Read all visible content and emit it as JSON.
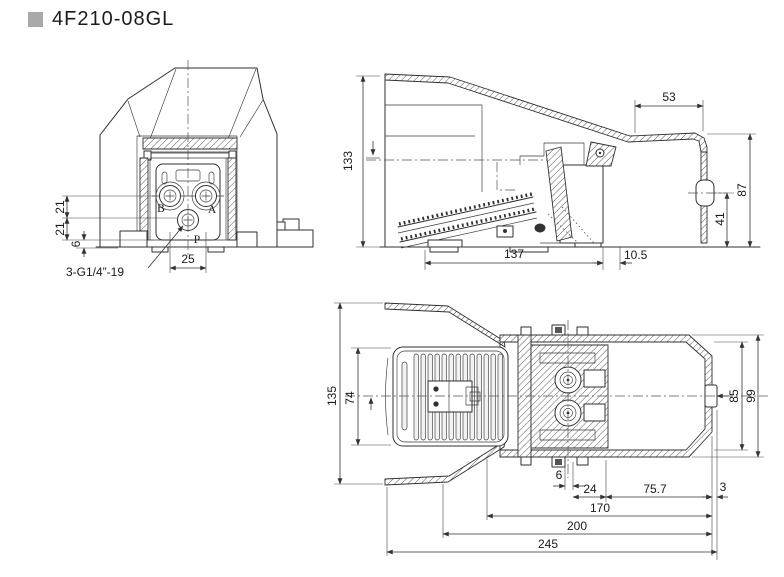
{
  "title": {
    "model": "4F210-08GL"
  },
  "colors": {
    "line": "#2f2f2f",
    "dim_text": "#1a1a1a",
    "bullet": "#a9a9a9",
    "paper": "#ffffff"
  },
  "front_view": {
    "port_labels": {
      "b": "B",
      "a": "A",
      "p": "P"
    },
    "dims": {
      "upper_21": "21",
      "lower_21": "21",
      "foot_6": "6",
      "pitch_25": "25"
    },
    "thread_note": "3-G1/4”-19"
  },
  "side_view": {
    "dims": {
      "height_133": "133",
      "top_53": "53",
      "rear_87": "87",
      "pivot_41": "41",
      "length_137": "137",
      "offset_10_5": "10.5"
    }
  },
  "top_view": {
    "dims": {
      "front_135": "135",
      "pedal_74": "74",
      "inner_85": "85",
      "outer_99": "99",
      "screw_6": "6",
      "pitch_24": "24",
      "rear_75_7": "75.7",
      "tab_3": "3",
      "span_170": "170",
      "span_200": "200",
      "overall_245": "245"
    }
  }
}
